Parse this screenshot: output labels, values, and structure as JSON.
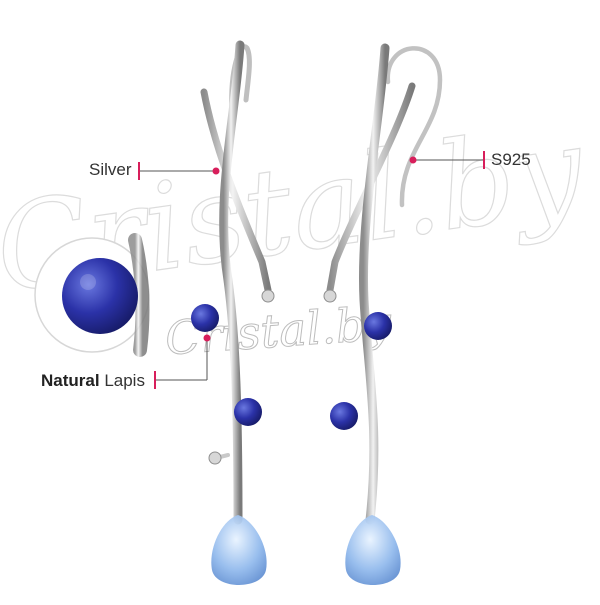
{
  "labels": {
    "silver": "Silver",
    "s925": "S925",
    "lapis_bold": "Natural",
    "lapis_rest": "Lapis"
  },
  "watermark": {
    "text": "Cristal.by"
  },
  "colors": {
    "background": "#ffffff",
    "accent": "#d81e5b",
    "silver": "#c9c9c9",
    "lapis": "#2a2f9a",
    "drop": "#8fb8ec"
  }
}
